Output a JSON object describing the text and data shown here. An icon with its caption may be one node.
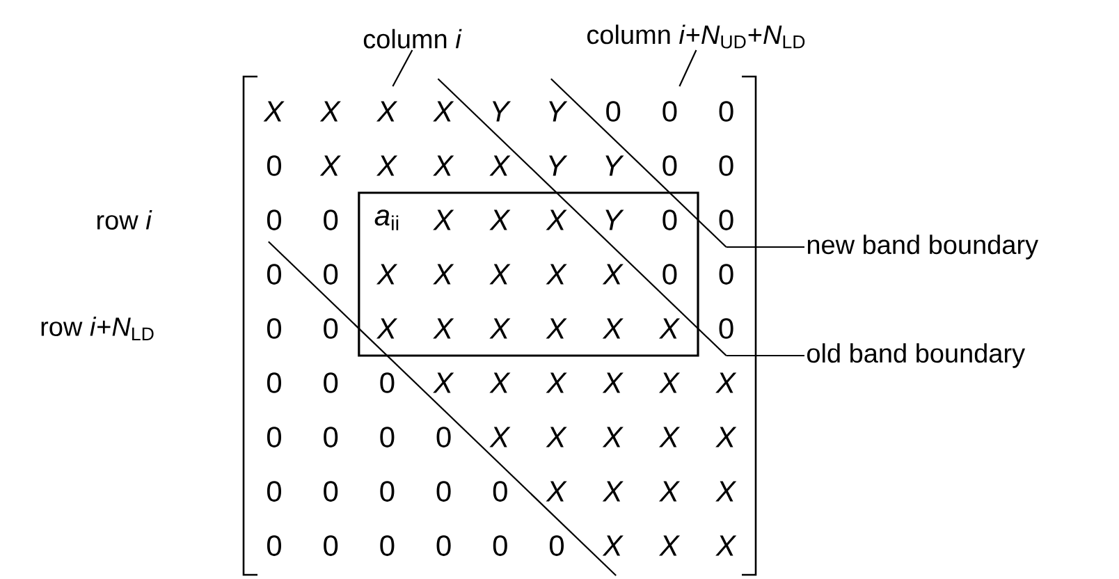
{
  "diagram": {
    "nodes": [
      {
        "text": [
          "column *i*"
        ]
      },
      {
        "text": [
          "column *i*+*N*$_{UD}$+*N*$_{LD}$"
        ]
      },
      {
        "text": [
          "new band boundary"
        ]
      },
      {
        "text": [
          "old band boundary"
        ]
      }
    ],
    "edges": [
      {
        "from": 0,
        "to": null,
        "arrow": "none"
      },
      {
        "from": 1,
        "to": null,
        "arrow": "none"
      },
      {
        "from": 2,
        "to": null,
        "arrow": "none"
      },
      {
        "from": 3,
        "to": null,
        "arrow": "none"
      }
    ],
    "labels": [
      "*X*",
      "*X*",
      "*X*",
      "*X*",
      "*Y*",
      "*Y*",
      "0",
      "0",
      "0",
      "0",
      "*X*",
      "*X*",
      "*X*",
      "*X*",
      "*Y*",
      "*Y*",
      "0",
      "0",
      "row *i*",
      "0",
      "0",
      "*a*$_{ii}$",
      "*X*",
      "*X*",
      "*X*",
      "*Y*",
      "0",
      "0",
      "0",
      "0",
      "*X*",
      "*X*",
      "*X*",
      "*X*",
      "*X*",
      "0",
      "0",
      "row *i*+*N*$_{LD}$",
      "0",
      "0",
      "*X*",
      "*X*",
      "*X*",
      "*X*",
      "*X*",
      "*X*",
      "0",
      "0",
      "0",
      "0",
      "*X*",
      "*X*",
      "*X*",
      "*X*",
      "*X*",
      "*X*",
      "0",
      "0",
      "0",
      "0",
      "*X*",
      "*X*",
      "*X*",
      "*X*",
      "*X*",
      "0",
      "0",
      "0",
      "0",
      "0",
      "*X*",
      "*X*",
      "*X*",
      "*X*",
      "0",
      "0",
      "0",
      "0",
      "0",
      "0",
      "*X*",
      "*X*",
      "*X*"
    ]
  }
}
